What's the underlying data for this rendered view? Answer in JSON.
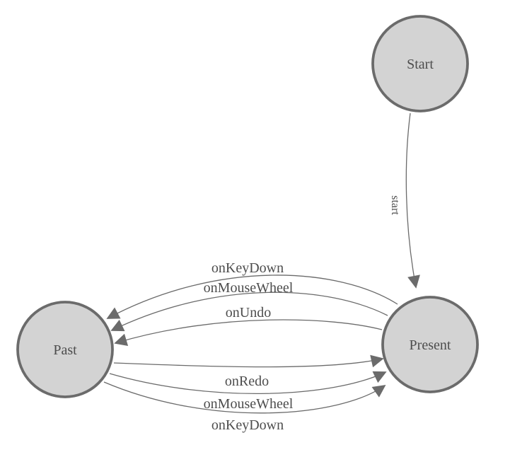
{
  "diagram": {
    "type": "state-machine",
    "background": "#ffffff",
    "colors": {
      "node_fill": "#d3d3d3",
      "node_stroke": "#6b6b6b",
      "edge_stroke": "#6b6b6b",
      "arrow_fill": "#6b6b6b",
      "label_text": "#4d4d4d"
    },
    "nodes": [
      {
        "id": "start",
        "label": "Start"
      },
      {
        "id": "past",
        "label": "Past"
      },
      {
        "id": "present",
        "label": "Present"
      }
    ],
    "edges": [
      {
        "from": "start",
        "to": "present",
        "label": "start"
      },
      {
        "from": "present",
        "to": "past",
        "label": "onKeyDown"
      },
      {
        "from": "present",
        "to": "past",
        "label": "onMouseWheel"
      },
      {
        "from": "present",
        "to": "past",
        "label": "onUndo"
      },
      {
        "from": "past",
        "to": "present",
        "label": "onRedo"
      },
      {
        "from": "past",
        "to": "present",
        "label": "onMouseWheel"
      },
      {
        "from": "past",
        "to": "present",
        "label": "onKeyDown"
      }
    ]
  }
}
